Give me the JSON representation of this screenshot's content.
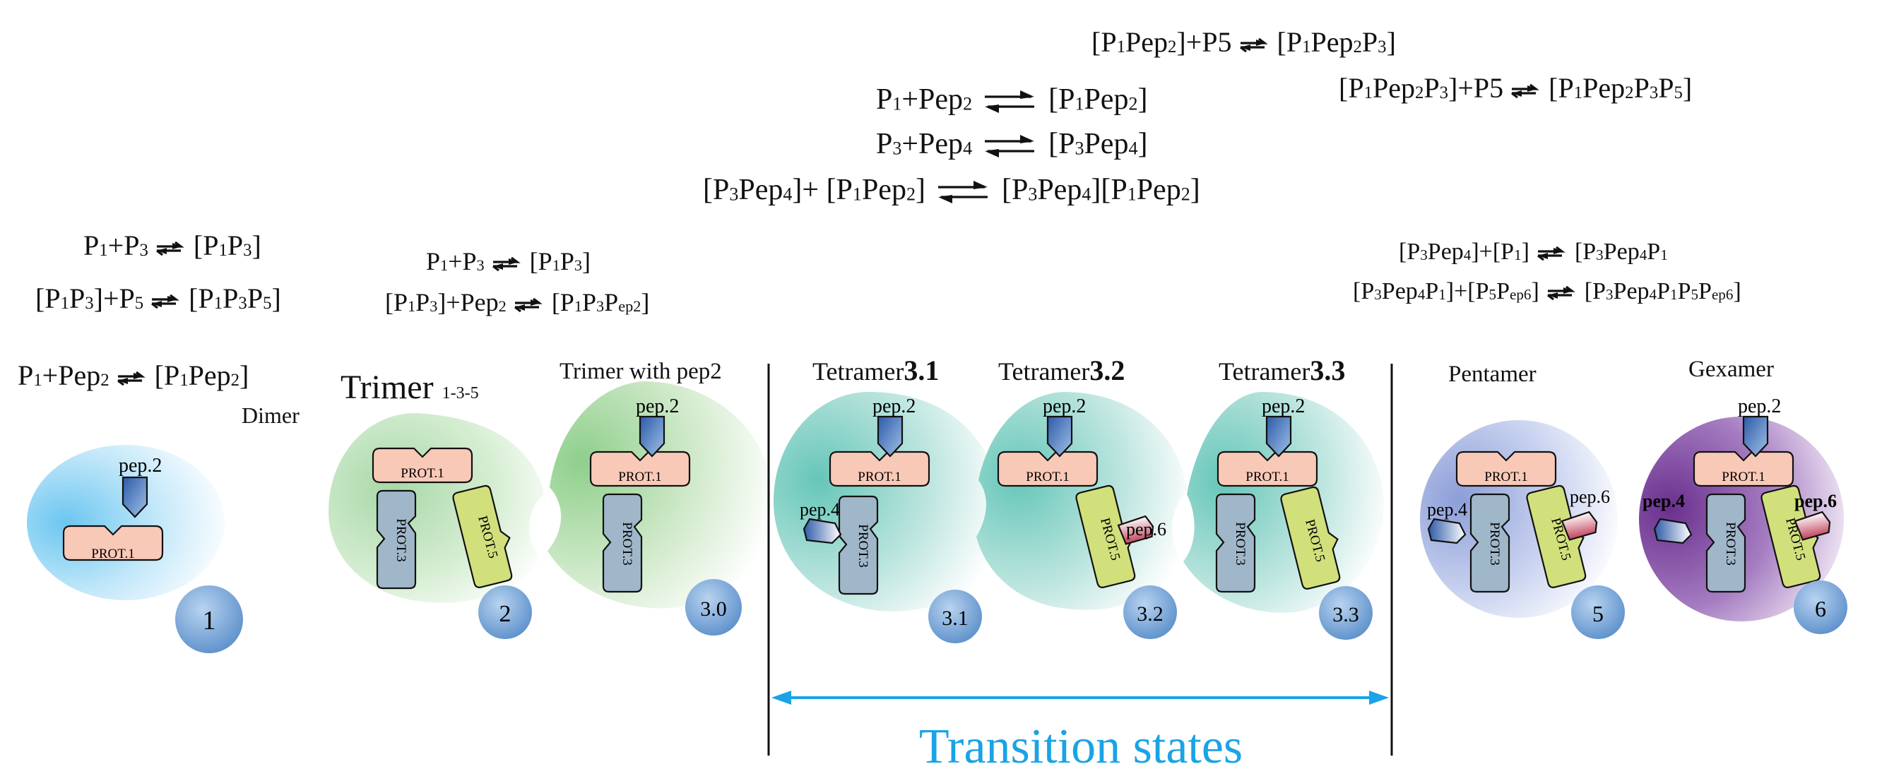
{
  "accent_color": "#1aa3e6",
  "icons": [
    "equilibrium-arrow-icon",
    "double-headed-arrow-icon"
  ],
  "reactions": {
    "stage1": [
      {
        "parts": [
          "P",
          "1",
          "+Pep",
          "2"
        ],
        "product": [
          "[P",
          "1",
          "Pep",
          "2",
          "]"
        ]
      }
    ],
    "stage2": [
      {
        "parts": [
          "P",
          "1",
          "+P",
          "3"
        ],
        "product": [
          "[P",
          "1",
          "P",
          "3",
          "]"
        ]
      },
      {
        "parts": [
          "[P",
          "1",
          "P",
          "3",
          "]+P",
          "5"
        ],
        "product": [
          "[P",
          "1",
          "P",
          "3",
          "P",
          "5",
          "]"
        ]
      }
    ],
    "stage3_0": [
      {
        "parts": [
          "P",
          "1",
          "+P",
          "3"
        ],
        "product": [
          "[P",
          "1",
          "P",
          "3",
          "]"
        ]
      },
      {
        "parts": [
          "[P",
          "1",
          "P",
          "3",
          "]+Pep",
          "2"
        ],
        "product": [
          "[P",
          "1",
          "P",
          "3",
          "P",
          "ep2",
          "]"
        ]
      }
    ],
    "tetramer_top": [
      {
        "parts": [
          "[P",
          "1",
          "Pep",
          "2",
          "]+P5"
        ],
        "product": [
          "[P",
          "1",
          "Pep",
          "2",
          "P",
          "3",
          "]"
        ]
      },
      {
        "parts": [
          "[P",
          "1",
          "Pep",
          "2",
          "P",
          "3",
          "]+P5"
        ],
        "product": [
          "[P",
          "1",
          "Pep",
          "2",
          "P",
          "3",
          "P",
          "5",
          "]"
        ]
      }
    ],
    "tetramer_mid": [
      {
        "parts": [
          "P",
          "1",
          "+Pep",
          "2"
        ],
        "product": [
          "[P",
          "1",
          "Pep",
          "2",
          "]"
        ]
      },
      {
        "parts": [
          "P",
          "3",
          "+Pep",
          "4"
        ],
        "product": [
          "[P",
          "3",
          "Pep",
          "4",
          "]"
        ]
      },
      {
        "parts": [
          "[P",
          "3",
          "Pep",
          "4",
          "]+ [P",
          "1",
          "Pep",
          "2",
          "]"
        ],
        "product": [
          "[P",
          "3",
          "Pep",
          "4",
          "][P",
          "1",
          "Pep",
          "2",
          "]"
        ]
      }
    ],
    "pentamer": [
      {
        "parts": [
          "[P",
          "3",
          "Pep",
          "4",
          "]+[P",
          "1",
          "]"
        ],
        "product": [
          "[P",
          "3",
          "Pep",
          "4",
          "P",
          "1"
        ]
      },
      {
        "parts": [
          "[P",
          "3",
          "Pep",
          "4",
          "P",
          "1",
          "]+[P",
          "5",
          "P",
          "ep6",
          "]"
        ],
        "product": [
          "[P",
          "3",
          "Pep",
          "4",
          "P",
          "1",
          "P",
          "5",
          "P",
          "ep6",
          "]"
        ]
      }
    ]
  },
  "stages": [
    {
      "id": "1",
      "title": "Dimer",
      "title_suffix": "",
      "number": "1"
    },
    {
      "id": "2",
      "title": "Trimer",
      "title_suffix": "1-3-5",
      "number": "2"
    },
    {
      "id": "3.0",
      "title": "Trimer with pep2",
      "title_suffix": "",
      "number": "3.0"
    },
    {
      "id": "3.1",
      "title": "Tetramer",
      "title_suffix": "3.1",
      "number": "3.1"
    },
    {
      "id": "3.2",
      "title": "Tetramer",
      "title_suffix": "3.2",
      "number": "3.2"
    },
    {
      "id": "3.3",
      "title": "Tetramer",
      "title_suffix": "3.3",
      "number": "3.3"
    },
    {
      "id": "5",
      "title": "Pentamer",
      "title_suffix": "",
      "number": "5"
    },
    {
      "id": "6",
      "title": "Gexamer",
      "title_suffix": "",
      "number": "6"
    }
  ],
  "molecules": {
    "prot1": "PROT.1",
    "prot3": "PROT.3",
    "prot5": "PROT.5",
    "pep2": "pep.2",
    "pep4": "pep.4",
    "pep6": "pep.6"
  },
  "transition_label": "Transition states"
}
